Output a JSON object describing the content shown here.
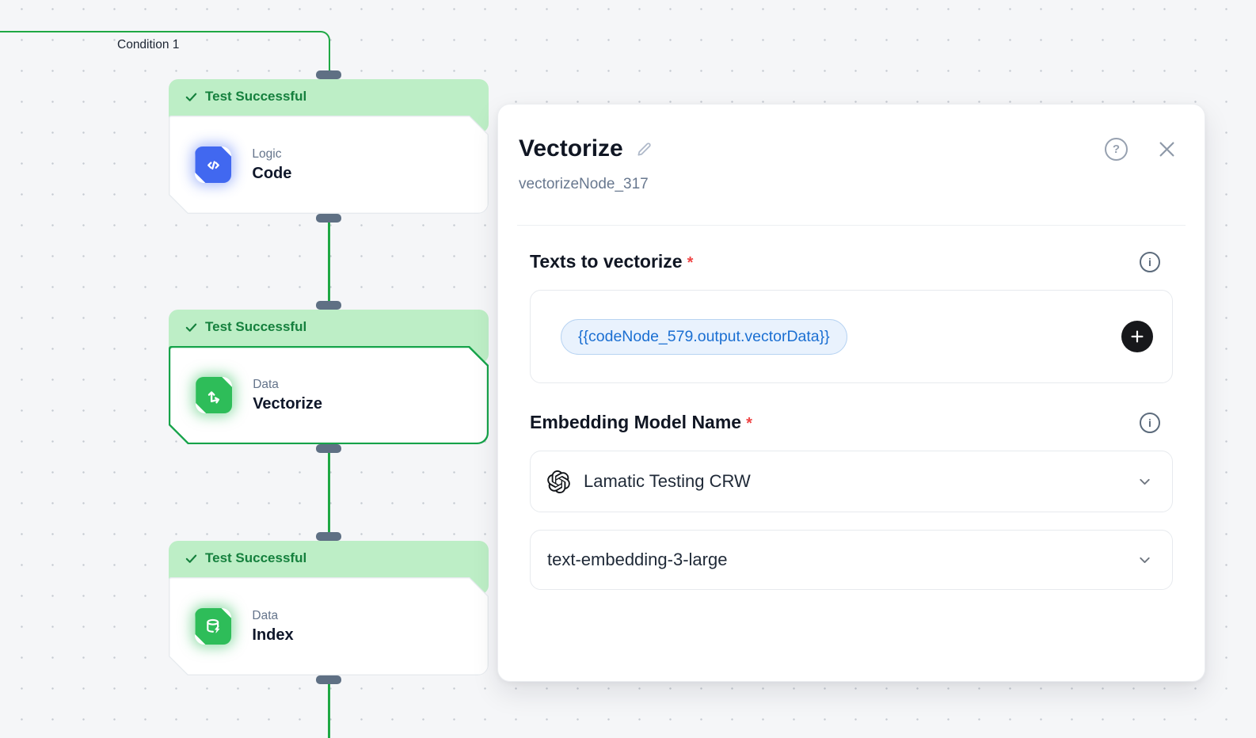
{
  "canvas": {
    "condition_label": "Condition 1",
    "nodes": [
      {
        "status": "Test Successful",
        "category": "Logic",
        "title": "Code",
        "icon": "code-icon",
        "accent": "#4168f0",
        "selected": false
      },
      {
        "status": "Test Successful",
        "category": "Data",
        "title": "Vectorize",
        "icon": "vectorize-icon",
        "accent": "#2ebd59",
        "selected": true
      },
      {
        "status": "Test Successful",
        "category": "Data",
        "title": "Index",
        "icon": "database-icon",
        "accent": "#2ebd59",
        "selected": false
      }
    ],
    "colors": {
      "edge_green": "#1fa844",
      "status_banner_bg": "#bdeec6",
      "status_text_green": "#15803d",
      "selected_border_green": "#16a34a",
      "handle_gray": "#5f7084",
      "canvas_bg": "#f5f6f8",
      "dot_gray": "#c5cad1"
    }
  },
  "panel": {
    "title": "Vectorize",
    "node_id": "vectorizeNode_317",
    "icons": {
      "edit": "pencil-icon",
      "help": "help-icon",
      "close": "close-icon",
      "info": "info-icon",
      "add": "plus-icon",
      "provider_logo": "openai-logo-icon"
    },
    "texts_field": {
      "label": "Texts to vectorize",
      "required_mark": "*",
      "chip": "{{codeNode_579.output.vectorData}}"
    },
    "model_field": {
      "label": "Embedding Model Name",
      "required_mark": "*",
      "provider": "Lamatic Testing CRW",
      "model_name": "text-embedding-3-large"
    },
    "colors": {
      "chip_bg": "#e9f2fd",
      "chip_border": "#b7d3f2",
      "chip_text": "#1b6fd2",
      "required_red": "#ef4444",
      "add_button_bg": "#17181b"
    }
  }
}
